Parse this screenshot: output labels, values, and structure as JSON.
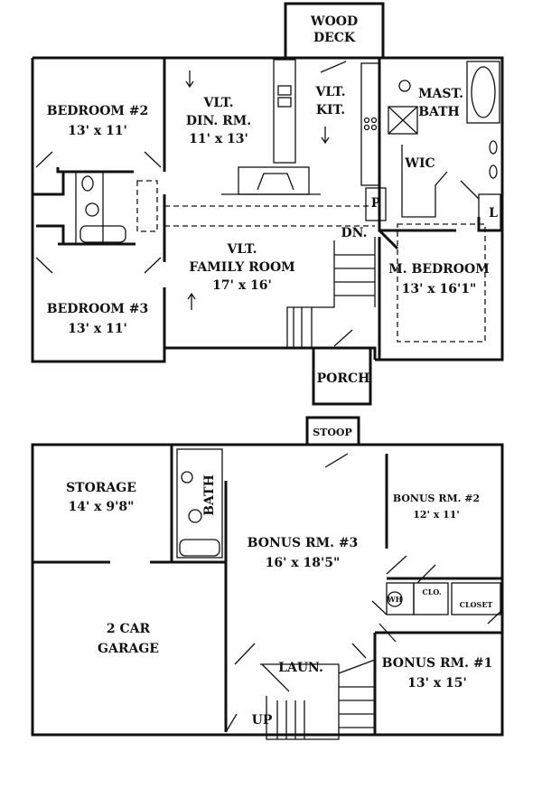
{
  "upper_floor": {
    "wood_deck": [
      "WOOD",
      "DECK"
    ],
    "bedroom2": {
      "name": "BEDROOM #2",
      "size": "13' x 11'"
    },
    "bedroom3": {
      "name": "BEDROOM #3",
      "size": "13' x 11'"
    },
    "dining": {
      "l1": "VLT.",
      "l2": "DIN. RM.",
      "size": "11' x 13'"
    },
    "kitchen": {
      "l1": "VLT.",
      "l2": "KIT."
    },
    "master_bath": {
      "l1": "MAST.",
      "l2": "BATH"
    },
    "wic": "WIC",
    "pantry": "P",
    "linen": "L",
    "family_room": {
      "l1": "VLT.",
      "l2": "FAMILY ROOM",
      "size": "17' x 16'"
    },
    "stairs_down": "DN.",
    "master_bedroom": {
      "name": "M. BEDROOM",
      "size": "13' x 16'1\""
    },
    "porch": "PORCH"
  },
  "lower_floor": {
    "stoop": "STOOP",
    "storage": {
      "name": "STORAGE",
      "size": "14' x 9'8\""
    },
    "bath": "BATH",
    "garage": [
      "2 CAR",
      "GARAGE"
    ],
    "bonus3": {
      "name": "BONUS RM. #3",
      "size": "16' x 18'5\""
    },
    "bonus2": {
      "name": "BONUS RM. #2",
      "size": "12' x 11'"
    },
    "bonus1": {
      "name": "BONUS RM. #1",
      "size": "13' x 15'"
    },
    "water_heater": "WH",
    "clo": "CLO.",
    "closet": "CLOSET",
    "laundry": "LAUN.",
    "stairs_up": "UP"
  }
}
